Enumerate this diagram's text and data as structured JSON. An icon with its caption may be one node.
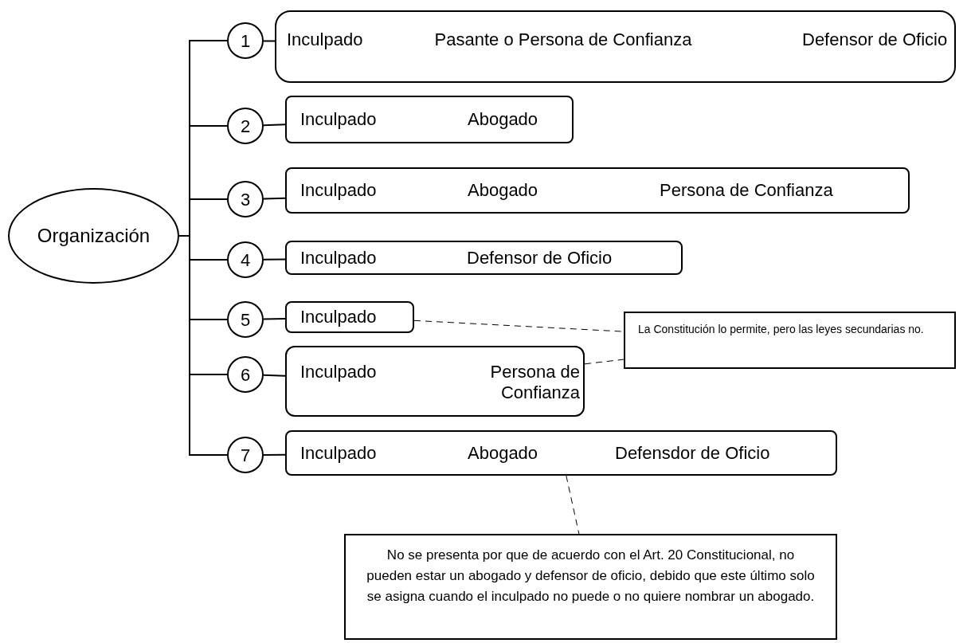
{
  "diagram": {
    "nodes": [
      {
        "text": [
          "Organización"
        ]
      },
      {
        "text": [
          "1"
        ]
      },
      {
        "text": [
          "Inculpado",
          "Pasante o Persona de Confianza",
          "Defensor de Oficio"
        ]
      },
      {
        "text": [
          "2"
        ]
      },
      {
        "text": [
          "Inculpado",
          "Abogado"
        ]
      },
      {
        "text": [
          "3"
        ]
      },
      {
        "text": [
          "Inculpado",
          "Abogado",
          "Persona de Confianza"
        ]
      },
      {
        "text": [
          "4"
        ]
      },
      {
        "text": [
          "Inculpado",
          "Defensor de Oficio"
        ]
      },
      {
        "text": [
          "5"
        ]
      },
      {
        "text": [
          "Inculpado"
        ]
      },
      {
        "text": [
          "La Constitución lo permite, pero las leyes secundarias no."
        ]
      },
      {
        "text": [
          "6"
        ]
      },
      {
        "text": [
          "Inculpado",
          "Persona de Confianza"
        ]
      },
      {
        "text": [
          "7"
        ]
      },
      {
        "text": [
          "Inculpado",
          "Abogado",
          "Defensdor de Oficio"
        ]
      },
      {
        "text": [
          "No se presenta por que de acuerdo con el Art. 20 Constitucional, no pueden estar un abogado y defensor de oficio, debido que este último solo se asigna cuando el inculpado no puede o no quiere nombrar un abogado."
        ]
      }
    ],
    "edges": [
      {
        "from": 0,
        "to": 1,
        "arrow": "none"
      },
      {
        "from": 0,
        "to": 3,
        "arrow": "none"
      },
      {
        "from": 0,
        "to": 5,
        "arrow": "none"
      },
      {
        "from": 0,
        "to": 7,
        "arrow": "none"
      },
      {
        "from": 0,
        "to": 9,
        "arrow": "none"
      },
      {
        "from": 0,
        "to": 12,
        "arrow": "none"
      },
      {
        "from": 0,
        "to": 14,
        "arrow": "none"
      },
      {
        "from": 1,
        "to": 2,
        "arrow": "none"
      },
      {
        "from": 3,
        "to": 4,
        "arrow": "none"
      },
      {
        "from": 5,
        "to": 6,
        "arrow": "none"
      },
      {
        "from": 7,
        "to": 8,
        "arrow": "none"
      },
      {
        "from": 9,
        "to": 10,
        "arrow": "none"
      },
      {
        "from": 12,
        "to": 13,
        "arrow": "none"
      },
      {
        "from": 14,
        "to": 15,
        "arrow": "none"
      },
      {
        "from": 10,
        "to": 11,
        "arrow": "none",
        "style": "dashed"
      },
      {
        "from": 13,
        "to": 11,
        "arrow": "none",
        "style": "dashed"
      },
      {
        "from": 15,
        "to": 16,
        "arrow": "none",
        "style": "dashed"
      }
    ]
  }
}
